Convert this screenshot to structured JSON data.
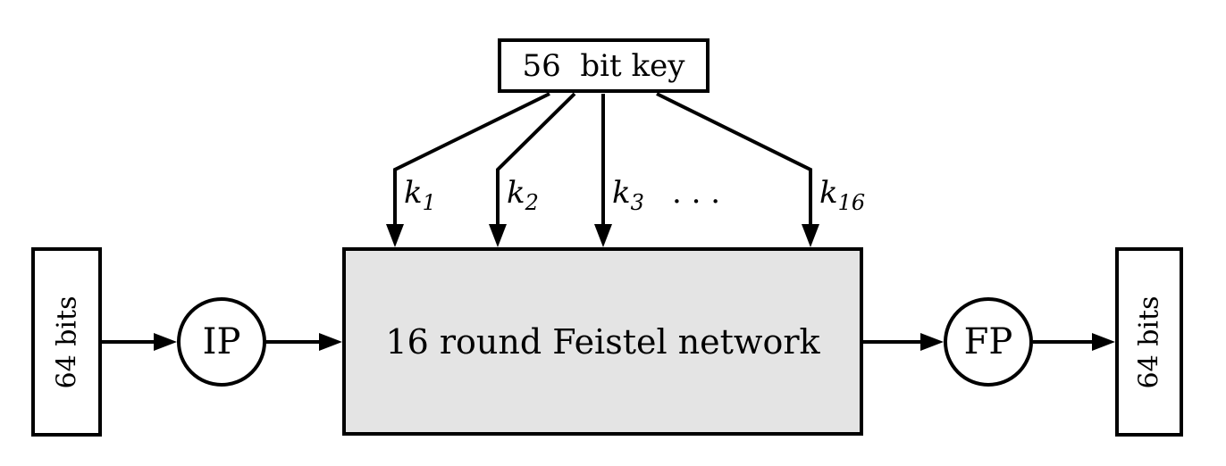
{
  "colors": {
    "stroke": "#000000",
    "feistel_fill": "#e4e4e4",
    "background": "#ffffff"
  },
  "key_box": {
    "label": "56  bit key"
  },
  "subkeys": {
    "items": [
      {
        "base": "k",
        "sub": "1"
      },
      {
        "base": "k",
        "sub": "2"
      },
      {
        "base": "k",
        "sub": "3"
      },
      {
        "base": "k",
        "sub": "16"
      }
    ],
    "ellipsis": ". . ."
  },
  "input_box": {
    "label": "64 bits"
  },
  "output_box": {
    "label": "64 bits"
  },
  "ip_node": {
    "label": "IP"
  },
  "fp_node": {
    "label": "FP"
  },
  "feistel_box": {
    "label": "16 round Feistel network"
  }
}
